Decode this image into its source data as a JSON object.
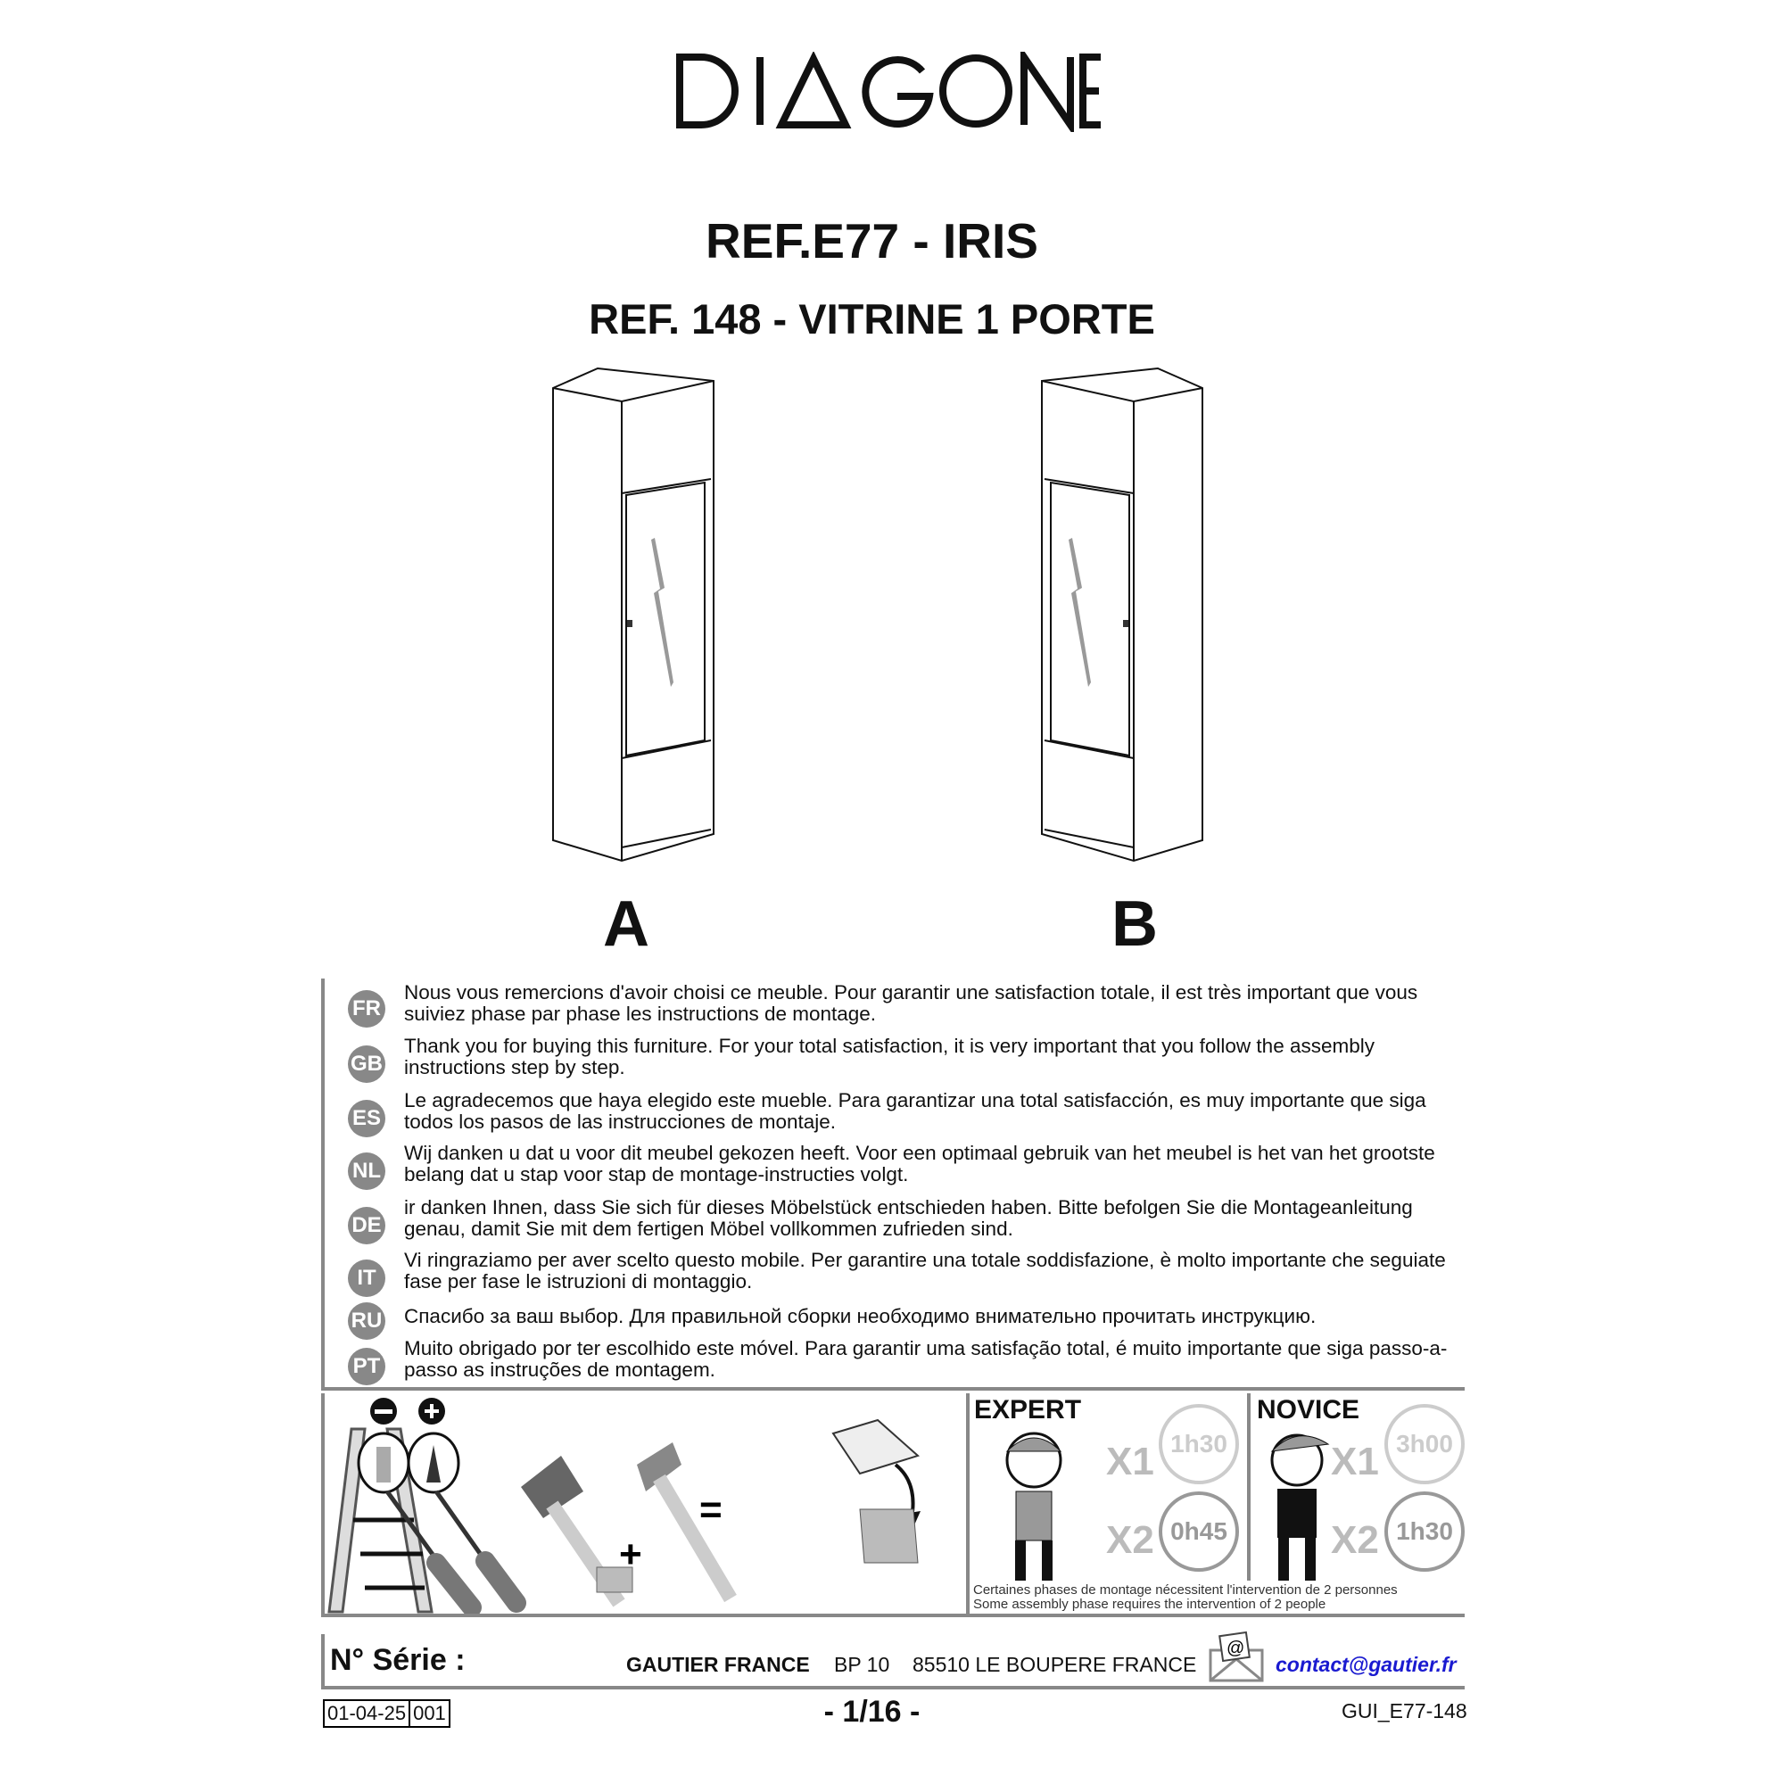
{
  "brand": {
    "logo_text": "DIAGONE"
  },
  "header": {
    "title": "REF.E77 - IRIS",
    "subtitle": "REF. 148  - VITRINE 1 PORTE"
  },
  "variants": [
    {
      "label": "A"
    },
    {
      "label": "B"
    }
  ],
  "languages": [
    {
      "code": "FR",
      "text": "Nous vous remercions d'avoir choisi ce meuble. Pour garantir une satisfaction totale, il est très important que vous suiviez phase par phase les instructions de montage."
    },
    {
      "code": "GB",
      "text": "Thank you for buying this furniture. For your total satisfaction, it is very important that you follow the assembly instructions step by step."
    },
    {
      "code": "ES",
      "text": "Le agradecemos que haya elegido este mueble. Para garantizar una total satisfacción, es muy importante que siga todos los pasos de las instrucciones de montaje."
    },
    {
      "code": "NL",
      "text": "Wij danken u dat u voor dit meubel gekozen heeft. Voor een optimaal gebruik van het meubel is het van het grootste belang dat u stap voor stap de montage-instructies volgt."
    },
    {
      "code": "DE",
      "text": "ir danken Ihnen, dass Sie sich für dieses Möbelstück entschieden haben. Bitte befolgen Sie die Montageanleitung genau, damit Sie mit dem fertigen Möbel vollkommen zufrieden sind."
    },
    {
      "code": "IT",
      "text": "Vi ringraziamo per aver scelto questo mobile. Per garantire una totale soddisfazione, è molto importante che seguiate fase per fase le istruzioni di montaggio."
    },
    {
      "code": "RU",
      "text": "Спасибо за ваш выбор. Для правильной сборки необходимо внимательно прочитать инструкцию."
    },
    {
      "code": "PT",
      "text": "Muito obrigado por ter escolhido este móvel. Para garantir uma satisfação total, é muito importante que siga passo-a-passo as instruções de montagem."
    }
  ],
  "tools": {
    "equals": "=",
    "plus": "+"
  },
  "assembly": {
    "expert": {
      "label": "EXPERT",
      "x1": "X1",
      "time1": "1h30",
      "x2": "X2",
      "time2": "0h45"
    },
    "novice": {
      "label": "NOVICE",
      "x1": "X1",
      "time1": "3h00",
      "x2": "X2",
      "time2": "1h30"
    },
    "note_fr": "Certaines phases de montage nécessitent l'intervention de 2 personnes",
    "note_en": "Some assembly phase requires the intervention of 2 people"
  },
  "footer": {
    "serie_label": "N° Série :",
    "company": "GAUTIER FRANCE",
    "bp": "BP 10",
    "city": "85510 LE BOUPERE FRANCE",
    "email": "contact@gautier.fr",
    "date": "01-04-25",
    "batch": "001",
    "page": "-  1/16  -",
    "doc_code": "GUI_E77-148"
  }
}
